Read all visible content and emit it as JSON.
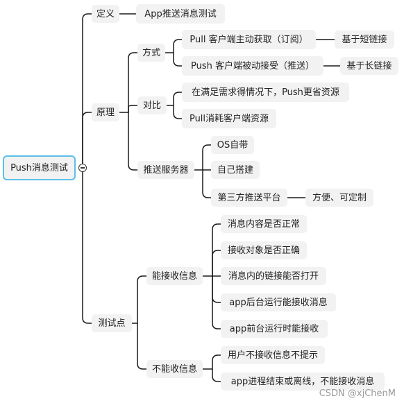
{
  "root": "Push消息测试",
  "definition": {
    "label": "定义",
    "value": "App推送消息测试"
  },
  "principle": {
    "label": "原理",
    "method": {
      "label": "方式",
      "pull": {
        "label": "Pull 客户端主动获取（订阅）",
        "note": "基于短链接"
      },
      "push": {
        "label": "Push 客户端被动接受（推送）",
        "note": "基于长链接"
      }
    },
    "compare": {
      "label": "对比",
      "items": [
        "在满足需求得情况下，Push更省资源",
        "Pull消耗客户端资源"
      ]
    },
    "server": {
      "label": "推送服务器",
      "items": [
        "OS自带",
        "自己搭建",
        "第三方推送平台"
      ],
      "third_party_note": "方便、可定制"
    }
  },
  "test_points": {
    "label": "测试点",
    "can_receive": {
      "label": "能接收信息",
      "items": [
        "消息内容是否正常",
        "接收对象是否正确",
        "消息内的链接能否打开",
        "app后台运行能接收消息",
        "app前台运行时能接收"
      ]
    },
    "cannot_receive": {
      "label": "不能收信息",
      "items": [
        "用户不接收信息不提示",
        "app进程结束或离线，不能接收消息"
      ]
    }
  },
  "watermark": "CSDN @xjChenM"
}
